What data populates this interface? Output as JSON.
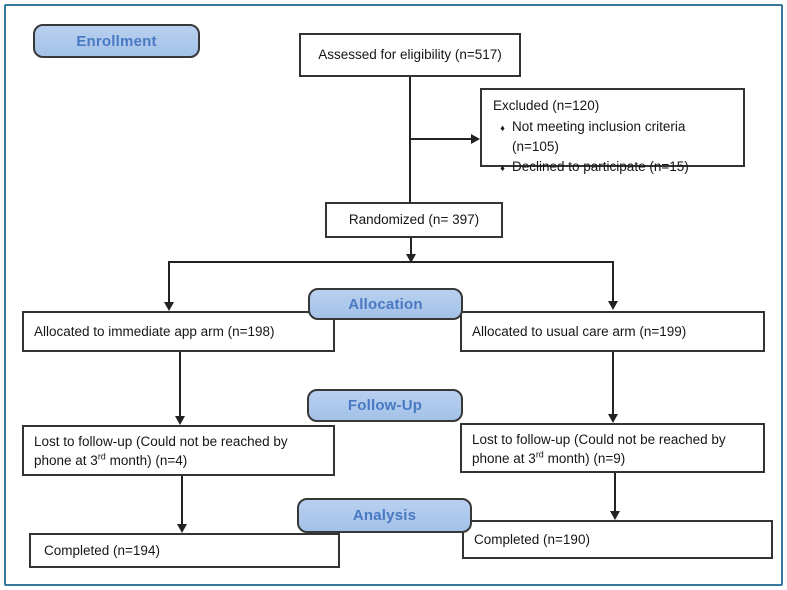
{
  "stage_badges": {
    "enrollment": "Enrollment",
    "allocation": "Allocation",
    "followup": "Follow-Up",
    "analysis": "Analysis"
  },
  "boxes": {
    "assessed": {
      "label": "Assessed for eligibility (n=517)"
    },
    "excluded": {
      "title": "Excluded (n=120)",
      "bullet": "♦",
      "items": [
        {
          "text": "Not meeting inclusion criteria (n=105)"
        },
        {
          "text": "Declined to participate (n=15)"
        }
      ]
    },
    "randomized": {
      "label": "Randomized (n= 397)"
    },
    "allocated_app": {
      "label": "Allocated to immediate app arm (n=198)"
    },
    "allocated_usual": {
      "label": "Allocated to usual care arm (n=199)"
    },
    "lost_app": {
      "line1": "Lost to follow-up (Could not be reached by",
      "line2_pre": "phone at 3",
      "line2_sup": "rd",
      "line2_post": " month) (n=4)"
    },
    "lost_usual": {
      "line1": "Lost to follow-up (Could not be reached by",
      "line2_pre": "phone at 3",
      "line2_sup": "rd",
      "line2_post": " month) (n=9)"
    },
    "completed_app": {
      "label": "Completed (n=194)"
    },
    "completed_usual": {
      "label": "Completed (n=190)"
    }
  },
  "counts": {
    "assessed": 517,
    "excluded": 120,
    "not_meeting_inclusion": 105,
    "declined": 15,
    "randomized": 397,
    "immediate_app_arm": 198,
    "usual_care_arm": 199,
    "lost_app_arm": 4,
    "lost_usual_arm": 9,
    "completed_app_arm": 194,
    "completed_usual_arm": 190
  },
  "colors": {
    "badge_fill_top": "#b9d0f0",
    "badge_fill_bottom": "#a3c2e7",
    "badge_text": "#4a79c4",
    "frame_border": "#35789c",
    "box_border": "#333333",
    "line": "#222222"
  }
}
